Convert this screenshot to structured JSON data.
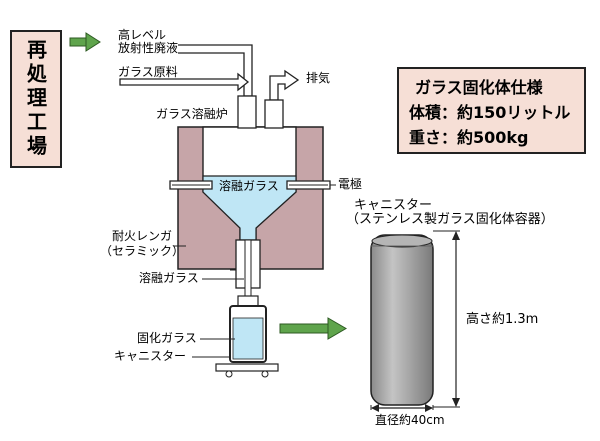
{
  "process": {
    "reprocessing_plant": "再処理工場",
    "hlw_line1": "高レベル",
    "hlw_line2": "放射性廃液",
    "glass_material": "ガラス原料",
    "exhaust": "排気",
    "melter": "ガラス溶融炉",
    "molten_glass_in_melter": "溶融ガラス",
    "electrode": "電極",
    "refractory_line1": "耐火レンガ",
    "refractory_line2": "（セラミック）",
    "molten_glass_stream": "溶融ガラス",
    "solidified_glass": "固化ガラス",
    "canister_small": "キャニスター"
  },
  "spec": {
    "title": "ガラス固化体仕様",
    "volume": "体積：約150リットル",
    "weight": "重さ：約500kg"
  },
  "canister": {
    "title_line1": "キャニスター",
    "title_line2": "（ステンレス製ガラス固化体容器）",
    "height": "高さ約1.3m",
    "diameter": "直径約40cm"
  },
  "colors": {
    "accent_green": "#5fa44c",
    "refractory": "#c6a5a8",
    "molten_glass": "#bfe6f5",
    "panel_pink": "#f6dfd6",
    "canister_gray": "#9c9c9c"
  }
}
